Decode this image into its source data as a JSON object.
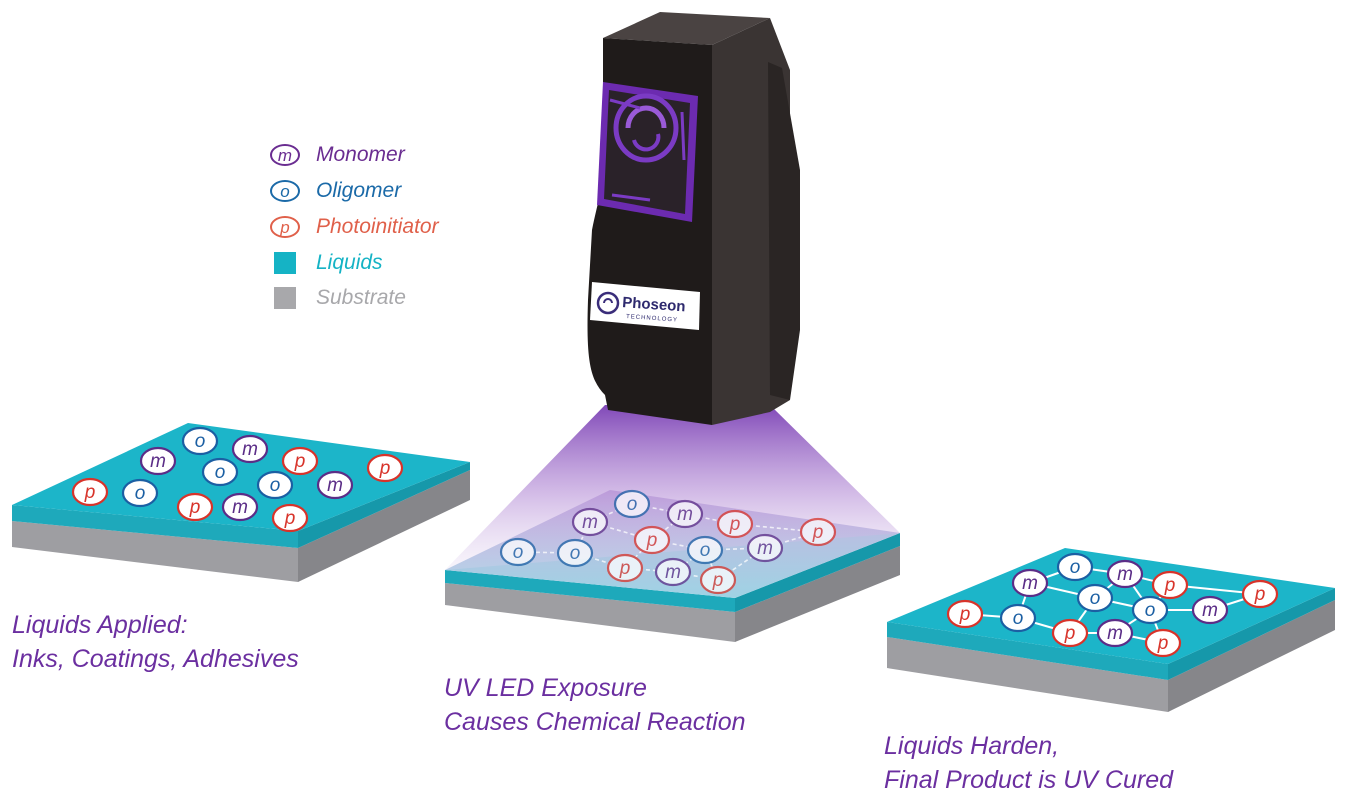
{
  "legend": [
    {
      "symbol": "m",
      "label": "Monomer",
      "kind": "molecule",
      "color": "#6a2d91"
    },
    {
      "symbol": "o",
      "label": "Oligomer",
      "kind": "molecule",
      "color": "#1b6aa8"
    },
    {
      "symbol": "p",
      "label": "Photoinitiator",
      "kind": "molecule",
      "color": "#e0604a"
    },
    {
      "symbol": "",
      "label": "Liquids",
      "kind": "swatch",
      "color": "#15b3c5"
    },
    {
      "symbol": "",
      "label": "Substrate",
      "kind": "swatch",
      "color": "#a8a8ab"
    }
  ],
  "device": {
    "brand": "Phoseon",
    "brand_sub": "TECHNOLOGY"
  },
  "captions": {
    "applied": [
      "Liquids Applied:",
      "Inks, Coatings, Adhesives"
    ],
    "exposure": [
      "UV LED Exposure",
      "Causes Chemical Reaction"
    ],
    "cured": [
      "Liquids Harden,",
      "Final Product is UV Cured"
    ]
  },
  "molecule_sets": {
    "left": [
      "o",
      "m",
      "m",
      "o",
      "p",
      "p",
      "p",
      "o",
      "o",
      "m",
      "p",
      "m",
      "p"
    ],
    "middle": [
      "o",
      "m",
      "m",
      "p",
      "p",
      "o",
      "o",
      "m",
      "p",
      "o",
      "p",
      "m",
      "p"
    ],
    "right": [
      "o",
      "m",
      "m",
      "p",
      "p",
      "o",
      "o",
      "o",
      "m",
      "p",
      "m",
      "p",
      "p"
    ]
  },
  "colors": {
    "monomer": "#5b2d87",
    "oligomer": "#1b5fa3",
    "photoinitiator": "#d8332a",
    "uv_light": "#8a4cc0",
    "device_body": "#1f1b1a",
    "device_accent": "#6c2bb0"
  }
}
